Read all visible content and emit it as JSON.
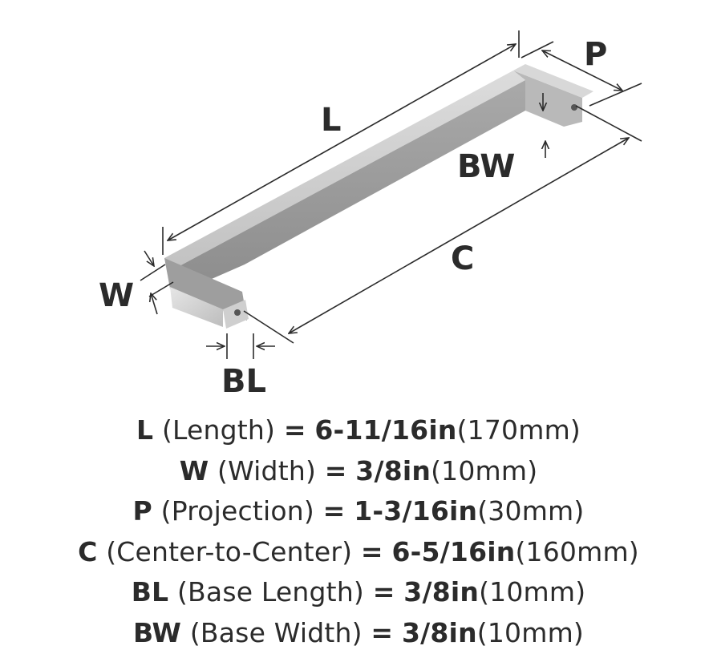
{
  "diagram": {
    "labels": {
      "L": "L",
      "P": "P",
      "BW": "BW",
      "W": "W",
      "C": "C",
      "BL": "BL"
    }
  },
  "specs": [
    {
      "symbol": "L",
      "name": "(Length)",
      "eq": "=",
      "inches": "6-11/16in",
      "mm": "(170mm)"
    },
    {
      "symbol": "W",
      "name": "(Width)",
      "eq": "=",
      "inches": "3/8in",
      "mm": "(10mm)"
    },
    {
      "symbol": "P",
      "name": "(Projection)",
      "eq": "=",
      "inches": "1-3/16in",
      "mm": "(30mm)"
    },
    {
      "symbol": "C",
      "name": "(Center-to-Center)",
      "eq": "=",
      "inches": "6-5/16in",
      "mm": "(160mm)"
    },
    {
      "symbol": "BL",
      "name": "(Base Length)",
      "eq": "=",
      "inches": "3/8in",
      "mm": "(10mm)"
    },
    {
      "symbol": "BW",
      "name": "(Base Width)",
      "eq": "=",
      "inches": "3/8in",
      "mm": "(10mm)"
    }
  ]
}
